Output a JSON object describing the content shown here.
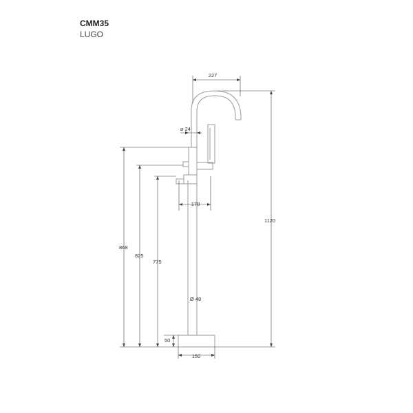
{
  "product": {
    "code": "CMM35",
    "name": "LUGO"
  },
  "dimensions": {
    "spout_reach": "227",
    "handle_diameter": "⌀ 24",
    "lever_height": "868",
    "outlet_height": "825",
    "mixer_height": "775",
    "total_height": "1120",
    "handset_offset": "170",
    "column_diameter": "Ø 48",
    "base_height": "50",
    "base_width": "150"
  }
}
